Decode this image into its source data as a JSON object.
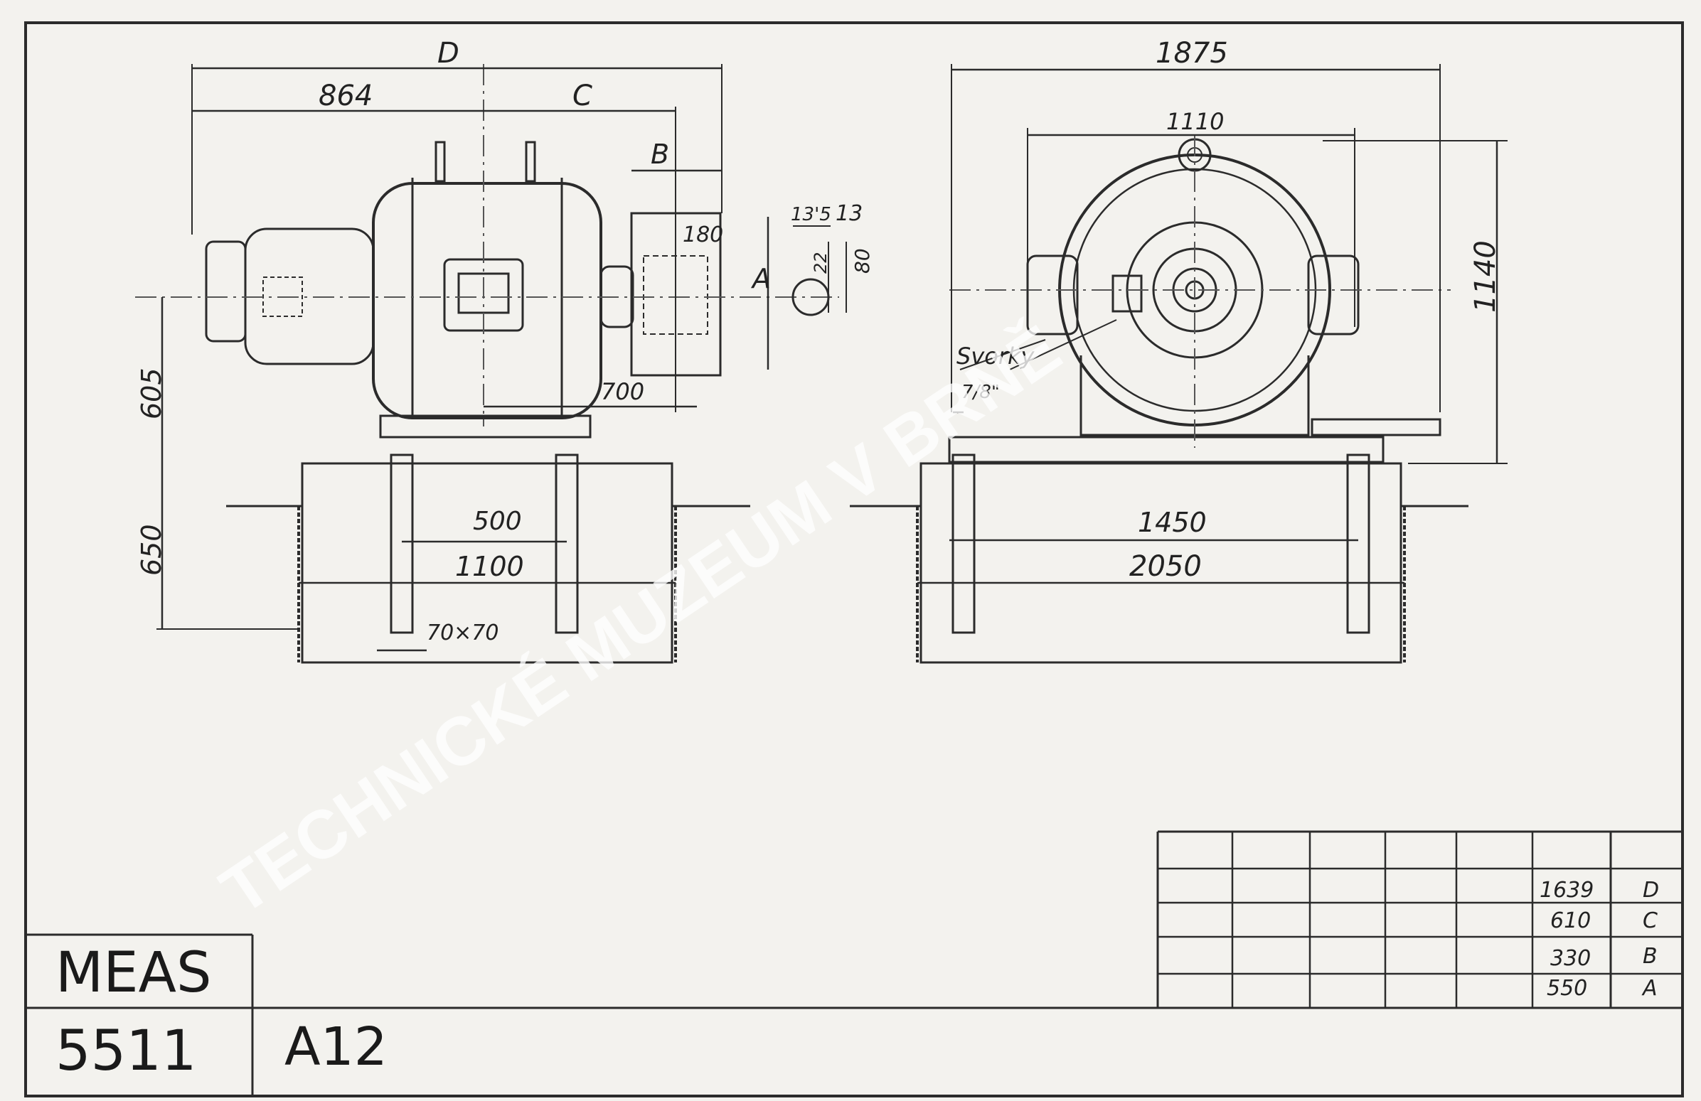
{
  "side_view": {
    "dim_D": "D",
    "dim_864": "864",
    "dim_C": "C",
    "dim_B": "B",
    "dim_180": "180",
    "dim_A": "A",
    "dim_700": "700",
    "dim_605": "605",
    "dim_650": "650",
    "dim_500": "500",
    "dim_1100": "1100",
    "dim_70x70": "70×70",
    "key_13_5": "13'5",
    "key_13": "13",
    "key_22": "22",
    "key_80": "80"
  },
  "front_view": {
    "dim_1875": "1875",
    "dim_1110": "1110",
    "dim_1140": "1140",
    "label_svorky": "Svorky",
    "dim_7_8": "7/8\"",
    "dim_1450": "1450",
    "dim_2050": "2050"
  },
  "title_block": {
    "maker": "MEAS",
    "number": "5511",
    "sheet": "A12",
    "table_rows": [
      {
        "value": "1639",
        "letter": "D"
      },
      {
        "value": "610",
        "letter": "C"
      },
      {
        "value": "330",
        "letter": "B"
      },
      {
        "value": "550",
        "letter": "A"
      }
    ]
  },
  "watermark": "TECHNICKÉ MUZEUM V BRNĚ"
}
